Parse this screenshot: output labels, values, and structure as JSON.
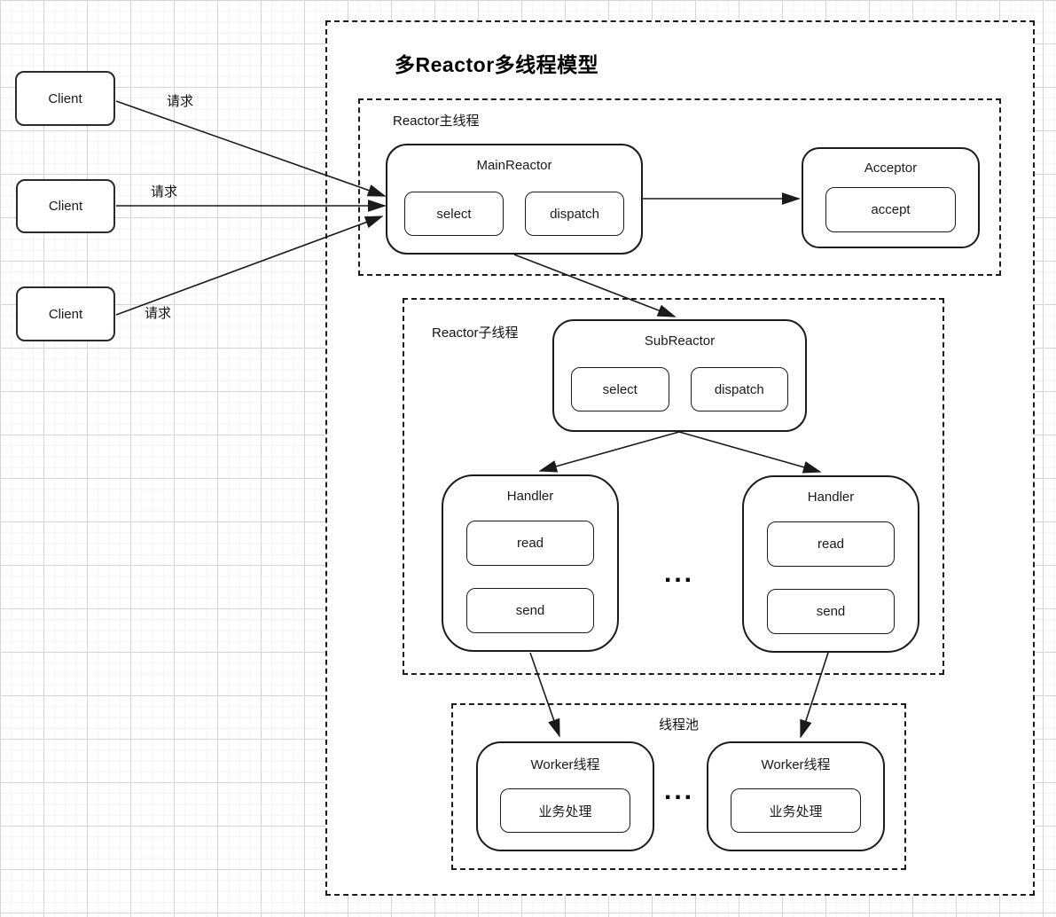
{
  "title": "多Reactor多线程模型",
  "clients": [
    {
      "label": "Client"
    },
    {
      "label": "Client"
    },
    {
      "label": "Client"
    }
  ],
  "request_labels": [
    "请求",
    "请求",
    "请求"
  ],
  "main_thread_group": {
    "label": "Reactor主线程",
    "main_reactor": {
      "title": "MainReactor",
      "ops": [
        "select",
        "dispatch"
      ]
    },
    "acceptor": {
      "title": "Acceptor",
      "ops": [
        "accept"
      ]
    }
  },
  "sub_thread_group": {
    "label": "Reactor子线程",
    "sub_reactor": {
      "title": "SubReactor",
      "ops": [
        "select",
        "dispatch"
      ]
    },
    "handlers": [
      {
        "title": "Handler",
        "ops": [
          "read",
          "send"
        ]
      },
      {
        "title": "Handler",
        "ops": [
          "read",
          "send"
        ]
      }
    ],
    "ellipsis": "..."
  },
  "thread_pool_group": {
    "label": "线程池",
    "workers": [
      {
        "title": "Worker线程",
        "ops": [
          "业务处理"
        ]
      },
      {
        "title": "Worker线程",
        "ops": [
          "业务处理"
        ]
      }
    ],
    "ellipsis": "..."
  },
  "colors": {
    "stroke": "#1a1a1a",
    "node_fill": "#ffffff",
    "grid_major": "#d4d4d4",
    "grid_minor": "#f2f2f2"
  }
}
